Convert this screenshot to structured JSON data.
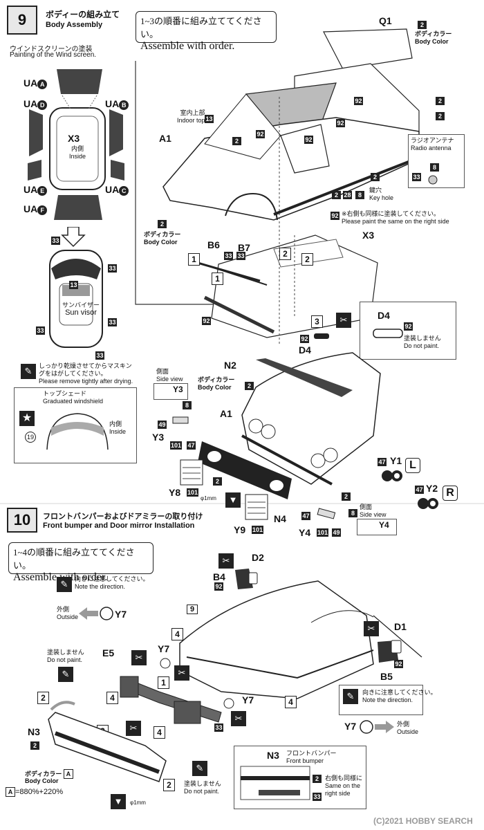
{
  "step9": {
    "number": "9",
    "title_jp": "ボディーの組み立て",
    "title_en": "Body Assembly",
    "note_jp": "1~3の順番に組み立ててください。",
    "note_en": "Assemble with order."
  },
  "windscreen": {
    "title_jp": "ウインドスクリーンの塗装",
    "title_en": "Painting of the Wind screen.",
    "parts": [
      "UA",
      "UA",
      "UA",
      "UA",
      "UA",
      "UA"
    ],
    "letters": [
      "A",
      "D",
      "B",
      "E",
      "C",
      "F"
    ],
    "x3": "X3",
    "inside_jp": "内側",
    "inside_en": "Inside",
    "code33": "33",
    "code13": "13",
    "sunvisor_jp": "サンバイザー",
    "sunvisor_en": "Sun visor",
    "masking_jp": "しっかり乾燥させてからマスキングをはがしてください。",
    "masking_en": "Please remove tightly after drying.",
    "topshade_jp": "トップシェード",
    "topshade_en": "Graduated windshield",
    "code19": "19",
    "inside2_jp": "内側",
    "inside2_en": "Inside"
  },
  "body": {
    "q1": "Q1",
    "bodycolor_code": "2",
    "bodycolor_jp": "ボディカラー",
    "bodycolor_en": "Body Color",
    "indoor_jp": "室内上部",
    "indoor_en": "Indoor top",
    "code13": "13",
    "code92": "92",
    "code2": "2",
    "code28": "28",
    "code8": "8",
    "a1": "A1",
    "antenna_jp": "ラジオアンテナ",
    "antenna_en": "Radio antenna",
    "code33": "33",
    "keyhole_jp": "鍵穴",
    "keyhole_en": "Key hole",
    "right_jp": "※右側も同様に塗装してください。",
    "right_en": "Please paint the same on the right side",
    "b6": "B6",
    "b7": "B7",
    "x3": "X3",
    "d4": "D4",
    "nopaint_jp": "塗装しません",
    "nopaint_en": "Do not paint.",
    "step1": "1",
    "step2": "2",
    "step3": "3"
  },
  "front": {
    "n2": "N2",
    "a1": "A1",
    "bodycolor_jp": "ボディカラー",
    "bodycolor_en": "Body Color",
    "sideview_jp": "側面",
    "sideview_en": "Side view",
    "y3": "Y3",
    "y4": "Y4",
    "y1": "Y1",
    "y2": "Y2",
    "y8": "Y8",
    "y9": "Y9",
    "n4": "N4",
    "codes": [
      "49",
      "8",
      "101",
      "47",
      "101",
      "101",
      "2",
      "47",
      "101",
      "49",
      "8",
      "47",
      "47",
      "2"
    ],
    "l": "L",
    "r": "R",
    "phi": "φ1mm"
  },
  "step10": {
    "number": "10",
    "title_jp": "フロントバンパーおよびドアミラーの取り付け",
    "title_en": "Front bumper and Door mirror Installation",
    "note_jp": "1~4の順番に組み立ててください。",
    "note_en": "Assemble with order.",
    "direction_jp": "向きに注意してください。",
    "direction_en": "Note the direction.",
    "outside_jp": "外側",
    "outside_en": "Outside",
    "y7": "Y7",
    "e5": "E5",
    "nopaint_jp": "塗装しません",
    "nopaint_en": "Do not paint.",
    "d2": "D2",
    "b4": "B4",
    "d1": "D1",
    "b5": "B5",
    "n3": "N3",
    "code2": "2",
    "code92": "92",
    "code33": "33",
    "ref9": "9",
    "bodycolor_jp": "ボディカラー",
    "bodycolor_a": "A",
    "formula": "=880%+220%",
    "phi": "φ1mm",
    "bumper_jp": "フロントバンパー",
    "bumper_en": "Front bumper",
    "right_jp": "右側も同様に",
    "right_en1": "Same on the",
    "right_en2": "right side"
  },
  "watermark": "(C)2021 HOBBY SEARCH"
}
